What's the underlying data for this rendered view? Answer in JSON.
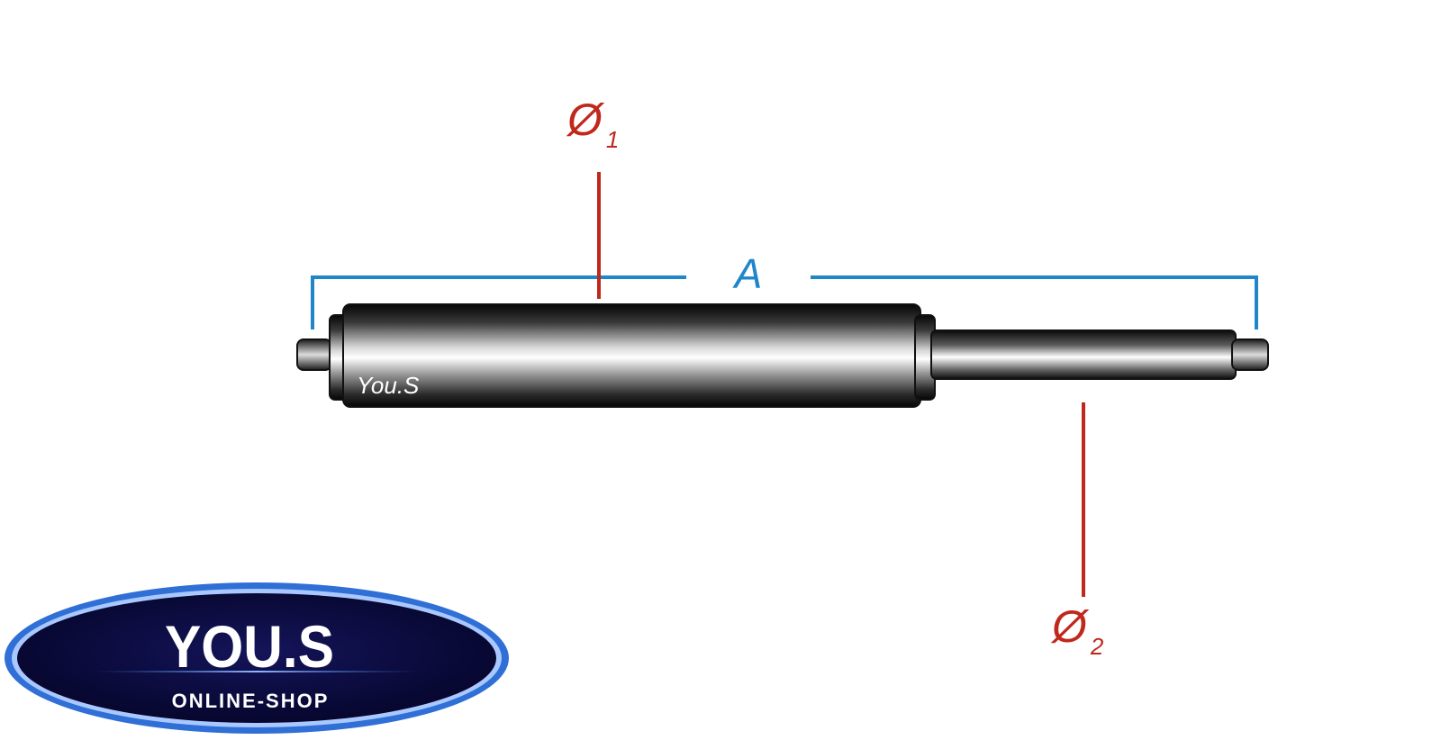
{
  "diagram": {
    "dimension_length_label": "A",
    "diameter_symbol": "Ø",
    "diameter_1_subscript": "1",
    "diameter_2_subscript": "2",
    "cylinder_marking": "You.S"
  },
  "logo": {
    "brand": "YOU.S",
    "tagline": "ONLINE-SHOP"
  },
  "colors": {
    "dimension_blue": "#1f86c9",
    "diameter_red": "#c0281c",
    "logo_navy": "#0b0b3a",
    "logo_rim": "#2f6fd6"
  },
  "icons": {
    "gas_spring": "gas-spring-illustration"
  }
}
